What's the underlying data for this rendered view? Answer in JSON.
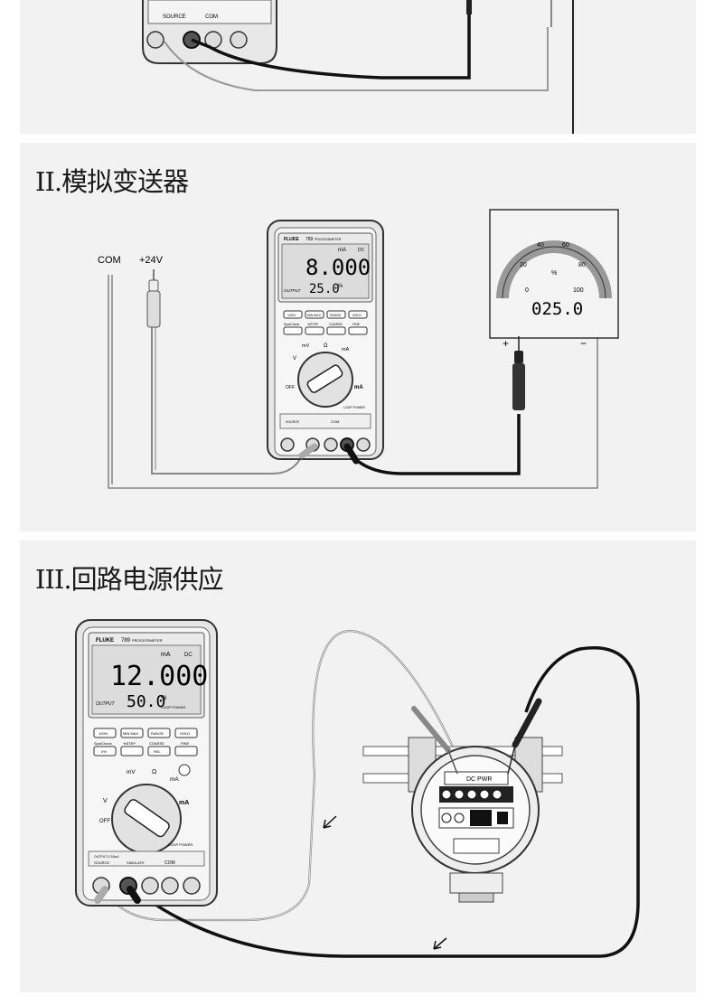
{
  "sections": [
    {
      "id": "s1",
      "title": ""
    },
    {
      "id": "s2",
      "title": "II.模拟变送器"
    },
    {
      "id": "s3",
      "title": "III.回路电源供应"
    }
  ],
  "meter_common": {
    "brand": "FLUKE",
    "model": "789",
    "subtitle": "PROCESSMETER",
    "unit_ma": "mA",
    "unit_dc": "DC",
    "output_label": "OUTPUT",
    "percent": "%",
    "loop_power": "LOOP POWER",
    "btn_100": "100%",
    "btn_minmax": "MIN MAX",
    "btn_range": "RANGE",
    "btn_hold": "HOLD",
    "spotcheck": "SpotCheck",
    "step": "%STEP",
    "coarse": "COARSE",
    "fine": "FINE",
    "btn_0": "0%",
    "btn_rel": "REL",
    "dial_mv": "mV",
    "dial_v": "V",
    "dial_ohm": "Ω",
    "dial_ma": "mA",
    "dial_off": "OFF",
    "source": "SOURCE",
    "simulate": "SIMULATE",
    "com": "COM",
    "output_range": "OUTPUT 0-20mA"
  },
  "meter2": {
    "main_reading": "8.000",
    "output_reading": "25.0"
  },
  "meter3": {
    "main_reading": "12.000",
    "output_reading": "50.0"
  },
  "diagram2": {
    "label_com": "COM",
    "label_24v": "+24V",
    "gauge_ticks": [
      "0",
      "20",
      "40",
      "60",
      "80",
      "100"
    ],
    "gauge_unit": "%",
    "gauge_reading": "025.0",
    "plus": "+",
    "minus": "−"
  },
  "diagram3": {
    "terminal_label": "DC PWR"
  }
}
